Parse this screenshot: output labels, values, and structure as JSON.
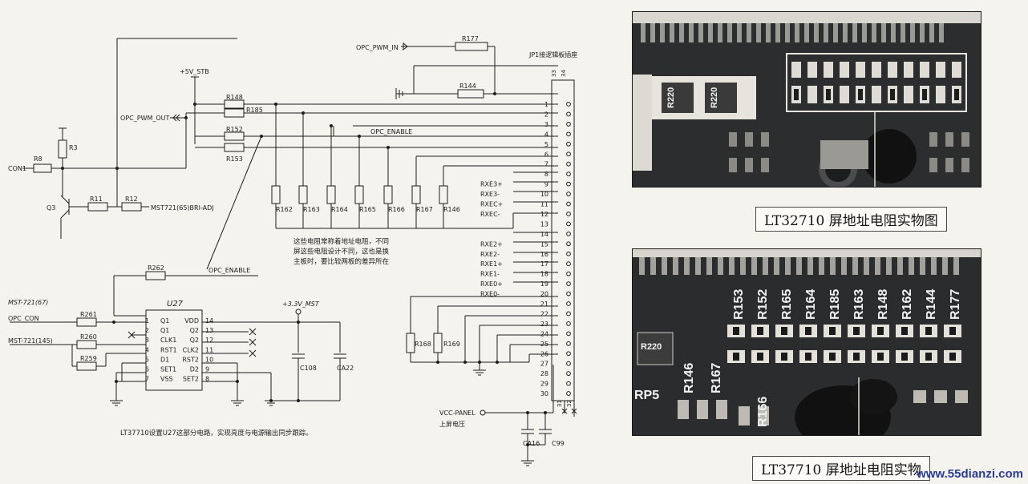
{
  "schematic": {
    "net_labels": {
      "opc_pwm_in": "OPC_PWM_IN",
      "jp1": "JP1接逻辑板插座",
      "plus5v": "+5V_STB",
      "opc_pwm_out": "OPC_PWM_OUT",
      "opc_enable_top": "OPC_ENABLE",
      "opc_enable_bottom": "OPC_ENABLE",
      "con1": "CON1",
      "mst_bri": "MST721(65)BRI-ADJ",
      "mst67": "MST-721(67)",
      "opc_con": "OPC_CON",
      "mst145": "MST-721(145)",
      "plus33": "+3.3V_MST",
      "vcc_panel": "VCC-PANEL",
      "screen_voltage": "上屏电压"
    },
    "resistors": {
      "r177": "R177",
      "r144": "R144",
      "r148": "R148",
      "r185": "R185",
      "r152": "R152",
      "r153": "R153",
      "r3": "R3",
      "r8": "R8",
      "r11": "R11",
      "r12": "R12",
      "q3": "Q3",
      "r162": "R162",
      "r163": "R163",
      "r164": "R164",
      "r165": "R165",
      "r166": "R166",
      "r167": "R167",
      "r146": "R146",
      "r262": "R262",
      "r261": "R261",
      "r260": "R260",
      "r259": "R259",
      "r168": "R168",
      "r169": "R169"
    },
    "capacitors": {
      "c108": "C108",
      "ca22": "CA22",
      "ca16": "CA16",
      "c99": "C99"
    },
    "connector_pins": [
      "1",
      "2",
      "3",
      "4",
      "5",
      "6",
      "7",
      "8",
      "9",
      "10",
      "11",
      "12",
      "13",
      "14",
      "15",
      "16",
      "17",
      "18",
      "19",
      "20",
      "21",
      "22",
      "23",
      "24",
      "25",
      "26",
      "27",
      "28",
      "29",
      "30"
    ],
    "connector_top_pins": [
      "33",
      "34"
    ],
    "connector_bottom_pins": [
      "31",
      "32"
    ],
    "lvds_signals": [
      {
        "pin": 9,
        "name": "RXE3+"
      },
      {
        "pin": 10,
        "name": "RXE3-"
      },
      {
        "pin": 11,
        "name": "RXEC+"
      },
      {
        "pin": 12,
        "name": "RXEC-"
      },
      {
        "pin": 15,
        "name": "RXE2+"
      },
      {
        "pin": 16,
        "name": "RXE2-"
      },
      {
        "pin": 17,
        "name": "RXE1+"
      },
      {
        "pin": 18,
        "name": "RXE1-"
      },
      {
        "pin": 19,
        "name": "RXE0+"
      },
      {
        "pin": 20,
        "name": "RXE0-"
      }
    ],
    "note": [
      "这些电阻常称着地址电阻，不同",
      "屏这些电阻设计不同，这也是换",
      "主板时，要比较两板的差异所在"
    ],
    "u27": {
      "name": "U27",
      "left_pins": [
        {
          "num": "1",
          "name": "Q1"
        },
        {
          "num": "2",
          "name": "Q1"
        },
        {
          "num": "3",
          "name": "CLK1"
        },
        {
          "num": "4",
          "name": "RST1"
        },
        {
          "num": "5",
          "name": "D1"
        },
        {
          "num": "6",
          "name": "SET1"
        },
        {
          "num": "7",
          "name": "VSS"
        }
      ],
      "right_pins": [
        {
          "num": "14",
          "name": "VDD"
        },
        {
          "num": "13",
          "name": "Q2"
        },
        {
          "num": "12",
          "name": "Q2"
        },
        {
          "num": "11",
          "name": "CLK2"
        },
        {
          "num": "10",
          "name": "RST2"
        },
        {
          "num": "9",
          "name": "D2"
        },
        {
          "num": "8",
          "name": "SET2"
        }
      ]
    },
    "bottom_caption": "LT37710设置U27这部分电路，实现亮度与电源输出同步跟踪。"
  },
  "photos": {
    "top": {
      "caption": "LT32710 屏地址电阻实物图",
      "labels": [
        "R220",
        "R220"
      ]
    },
    "bottom": {
      "caption": "LT37710 屏地址电阻实物",
      "labels": [
        "R153",
        "R152",
        "R165",
        "R164",
        "R185",
        "R163",
        "R148",
        "R162",
        "R144",
        "R177",
        "R146",
        "R167",
        "R166",
        "RP5",
        "R220"
      ]
    }
  },
  "watermark": "www.55dianzi.com",
  "colors": {
    "paper": "#f4f3ee",
    "ink": "#1d1d1d",
    "pcb": "#26282a",
    "watermark": "#2a3d9a"
  }
}
